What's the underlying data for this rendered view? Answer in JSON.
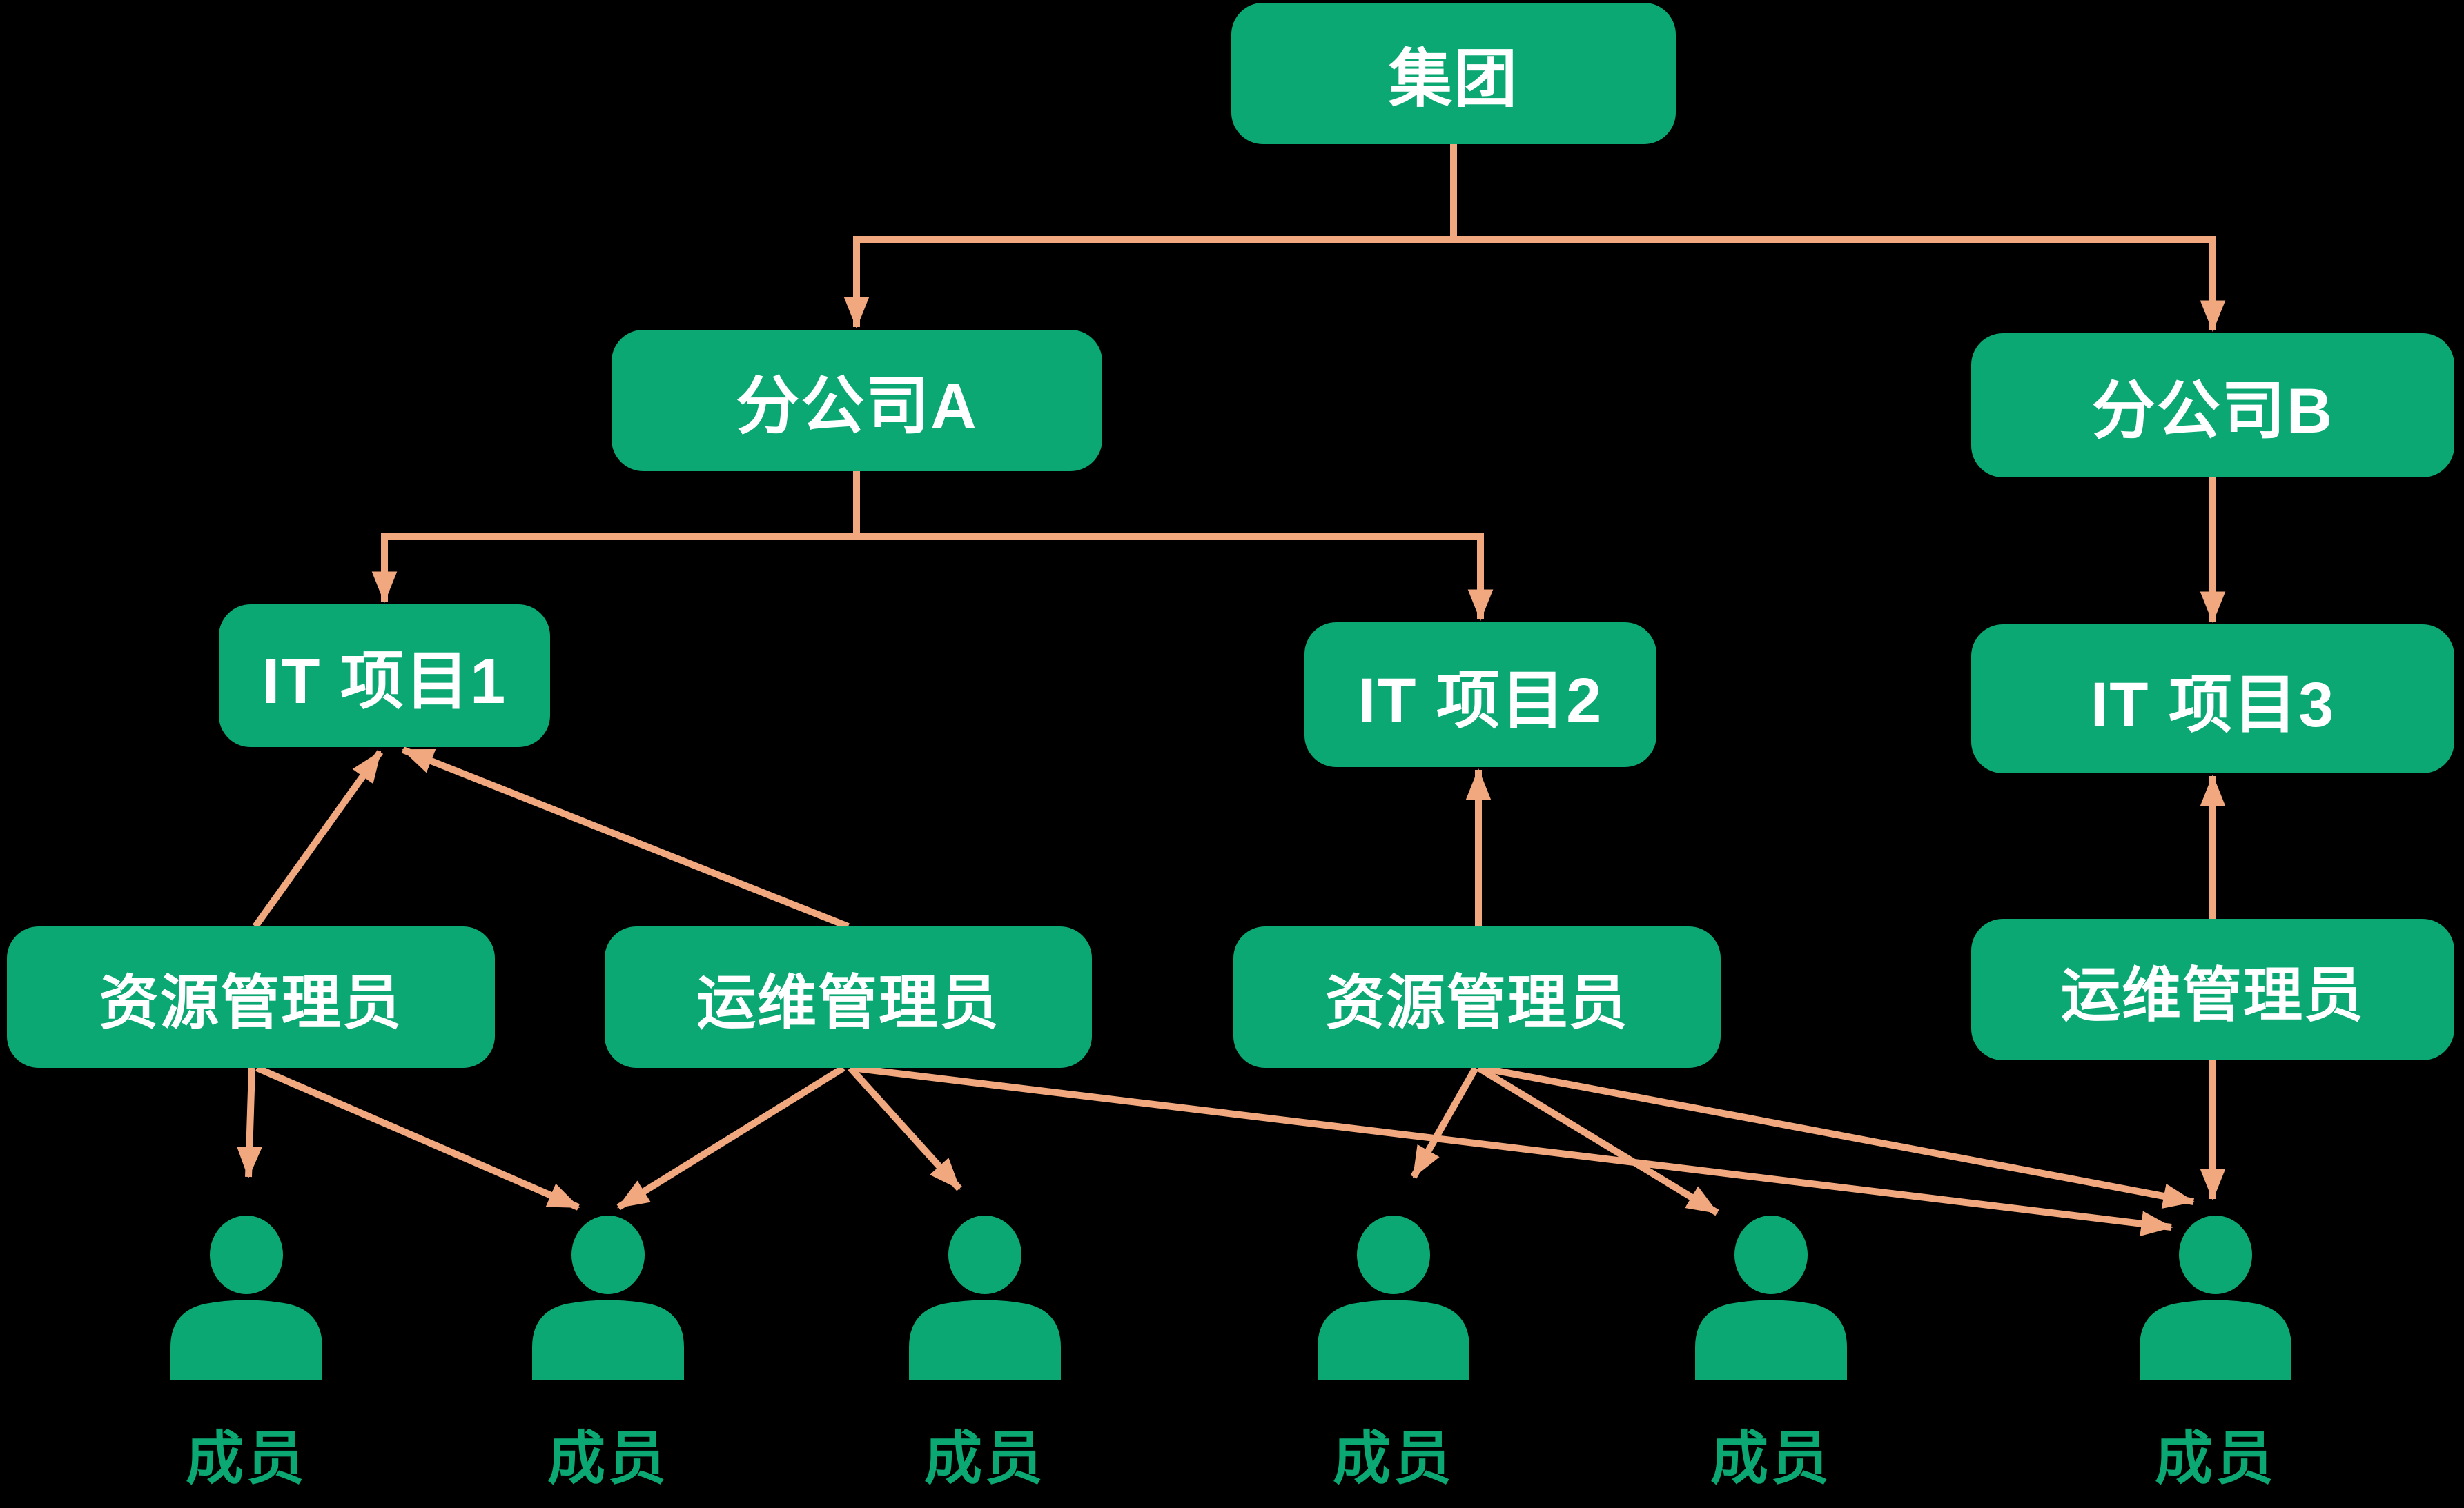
{
  "diagram": {
    "type": "org-chart",
    "background": "#000000"
  },
  "colors": {
    "node_fill": "#0CA874",
    "connector": "#F1A87E",
    "node_text": "#FFFFFF",
    "member_text": "#0CA874"
  },
  "nodes": {
    "group": {
      "label": "集团"
    },
    "branch_a": {
      "label": "分公司A"
    },
    "branch_b": {
      "label": "分公司B"
    },
    "project_1": {
      "label": "IT 项目1"
    },
    "project_2": {
      "label": "IT 项目2"
    },
    "project_3": {
      "label": "IT 项目3"
    },
    "resource_admin_1": {
      "label": "资源管理员"
    },
    "ops_admin_1": {
      "label": "运维管理员"
    },
    "resource_admin_2": {
      "label": "资源管理员"
    },
    "ops_admin_2": {
      "label": "运维管理员"
    }
  },
  "members": [
    {
      "label": "成员"
    },
    {
      "label": "成员"
    },
    {
      "label": "成员"
    },
    {
      "label": "成员"
    },
    {
      "label": "成员"
    },
    {
      "label": "成员"
    }
  ],
  "edges": [
    {
      "from": "group",
      "to": "branch_a"
    },
    {
      "from": "group",
      "to": "branch_b"
    },
    {
      "from": "branch_a",
      "to": "project_1"
    },
    {
      "from": "branch_a",
      "to": "project_2"
    },
    {
      "from": "branch_b",
      "to": "project_3"
    },
    {
      "from": "resource_admin_1",
      "to": "project_1"
    },
    {
      "from": "ops_admin_1",
      "to": "project_1"
    },
    {
      "from": "resource_admin_2",
      "to": "project_2"
    },
    {
      "from": "ops_admin_2",
      "to": "project_3"
    },
    {
      "from": "resource_admin_1",
      "to": "member_1"
    },
    {
      "from": "resource_admin_1",
      "to": "member_2"
    },
    {
      "from": "ops_admin_1",
      "to": "member_2"
    },
    {
      "from": "ops_admin_1",
      "to": "member_3"
    },
    {
      "from": "ops_admin_1",
      "to": "member_6"
    },
    {
      "from": "resource_admin_2",
      "to": "member_4"
    },
    {
      "from": "resource_admin_2",
      "to": "member_5"
    },
    {
      "from": "resource_admin_2",
      "to": "member_6"
    },
    {
      "from": "ops_admin_2",
      "to": "member_6"
    }
  ]
}
